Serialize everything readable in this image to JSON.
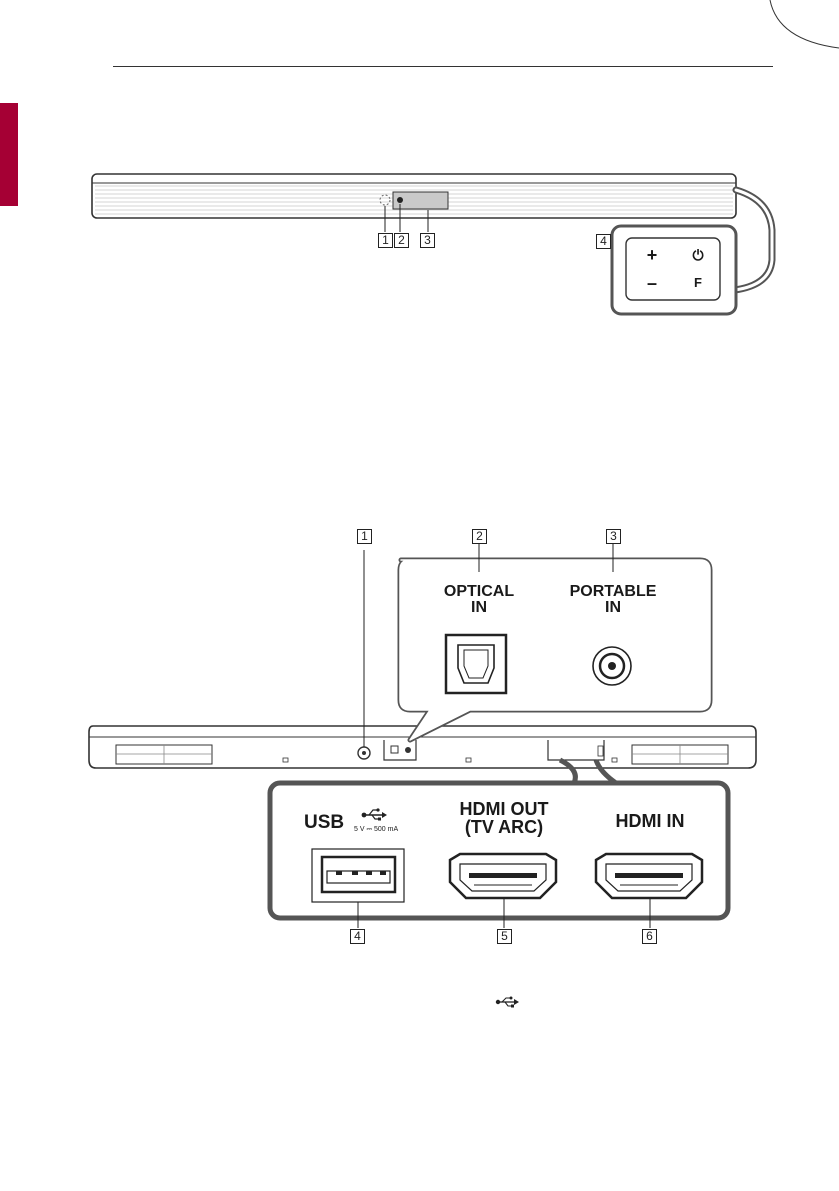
{
  "front": {
    "callouts": [
      "1",
      "2",
      "3",
      "4"
    ],
    "buttons": {
      "plus": "+",
      "minus": "–",
      "power": "⏻",
      "function": "F"
    }
  },
  "rear": {
    "callouts_top": [
      "1",
      "2",
      "3"
    ],
    "callouts_bottom": [
      "4",
      "5",
      "6"
    ],
    "optical": {
      "line1": "OPTICAL",
      "line2": "IN"
    },
    "portable": {
      "line1": "PORTABLE",
      "line2": "IN"
    },
    "usb": {
      "label": "USB",
      "rating": "5 V ⎓ 500 mA"
    },
    "hdmi_out": {
      "line1": "HDMI OUT",
      "line2": "(TV ARC)"
    },
    "hdmi_in": {
      "label": "HDMI IN"
    }
  }
}
